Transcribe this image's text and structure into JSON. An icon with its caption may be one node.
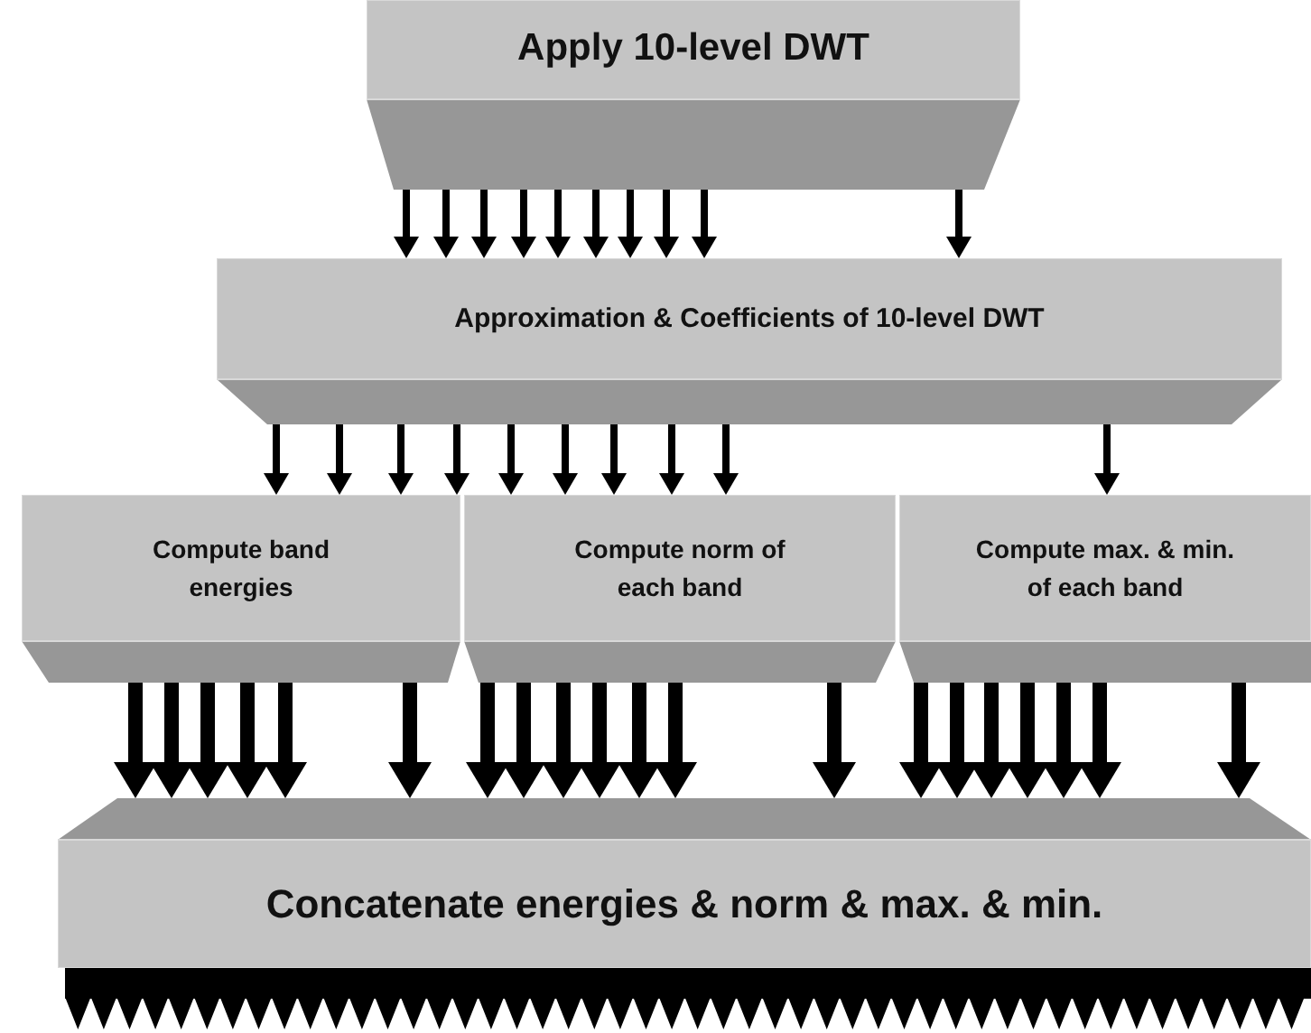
{
  "diagram": {
    "nodes": [
      {
        "text": [
          "Apply 10-level DWT"
        ]
      },
      {
        "text": [
          "Approximation & Coefficients of 10-level DWT"
        ]
      },
      {
        "text": [
          "Compute band energies"
        ]
      },
      {
        "text": [
          "Compute norm of each band"
        ]
      },
      {
        "text": [
          "Compute max. & min. of each band"
        ]
      },
      {
        "text": [
          "Concatenate energies & norm & max. & min."
        ]
      }
    ],
    "edges": [
      {
        "from": 0,
        "to": 1,
        "arrow": "to"
      },
      {
        "from": 0,
        "to": 1,
        "arrow": "to"
      },
      {
        "from": 0,
        "to": 1,
        "arrow": "to"
      },
      {
        "from": 0,
        "to": 1,
        "arrow": "to"
      },
      {
        "from": 0,
        "to": 1,
        "arrow": "to"
      },
      {
        "from": 0,
        "to": 1,
        "arrow": "to"
      },
      {
        "from": 0,
        "to": 1,
        "arrow": "to"
      },
      {
        "from": 0,
        "to": 1,
        "arrow": "to"
      },
      {
        "from": 0,
        "to": 1,
        "arrow": "to"
      },
      {
        "from": 0,
        "to": 1,
        "arrow": "to"
      },
      {
        "from": 1,
        "to": 2,
        "arrow": "to"
      },
      {
        "from": 1,
        "to": 2,
        "arrow": "to"
      },
      {
        "from": 1,
        "to": 2,
        "arrow": "to"
      },
      {
        "from": 1,
        "to": 3,
        "arrow": "to"
      },
      {
        "from": 1,
        "to": 3,
        "arrow": "to"
      },
      {
        "from": 1,
        "to": 3,
        "arrow": "to"
      },
      {
        "from": 1,
        "to": 3,
        "arrow": "to"
      },
      {
        "from": 1,
        "to": 3,
        "arrow": "to"
      },
      {
        "from": 1,
        "to": 3,
        "arrow": "to"
      },
      {
        "from": 1,
        "to": 4,
        "arrow": "to"
      },
      {
        "from": 2,
        "to": 5,
        "arrow": "to",
        "style": "thick"
      },
      {
        "from": 2,
        "to": 5,
        "arrow": "to",
        "style": "thick"
      },
      {
        "from": 2,
        "to": 5,
        "arrow": "to",
        "style": "thick"
      },
      {
        "from": 2,
        "to": 5,
        "arrow": "to",
        "style": "thick"
      },
      {
        "from": 2,
        "to": 5,
        "arrow": "to",
        "style": "thick"
      },
      {
        "from": 2,
        "to": 5,
        "arrow": "to",
        "style": "thick"
      },
      {
        "from": 3,
        "to": 5,
        "arrow": "to",
        "style": "thick"
      },
      {
        "from": 3,
        "to": 5,
        "arrow": "to",
        "style": "thick"
      },
      {
        "from": 3,
        "to": 5,
        "arrow": "to",
        "style": "thick"
      },
      {
        "from": 3,
        "to": 5,
        "arrow": "to",
        "style": "thick"
      },
      {
        "from": 3,
        "to": 5,
        "arrow": "to",
        "style": "thick"
      },
      {
        "from": 3,
        "to": 5,
        "arrow": "to",
        "style": "thick"
      },
      {
        "from": 3,
        "to": 5,
        "arrow": "to",
        "style": "thick"
      },
      {
        "from": 4,
        "to": 5,
        "arrow": "to",
        "style": "thick"
      },
      {
        "from": 4,
        "to": 5,
        "arrow": "to",
        "style": "thick"
      },
      {
        "from": 4,
        "to": 5,
        "arrow": "to",
        "style": "thick"
      },
      {
        "from": 4,
        "to": 5,
        "arrow": "to",
        "style": "thick"
      },
      {
        "from": 4,
        "to": 5,
        "arrow": "to",
        "style": "thick"
      },
      {
        "from": 4,
        "to": 5,
        "arrow": "to",
        "style": "thick"
      },
      {
        "from": 4,
        "to": 5,
        "arrow": "to",
        "style": "thick"
      }
    ]
  }
}
